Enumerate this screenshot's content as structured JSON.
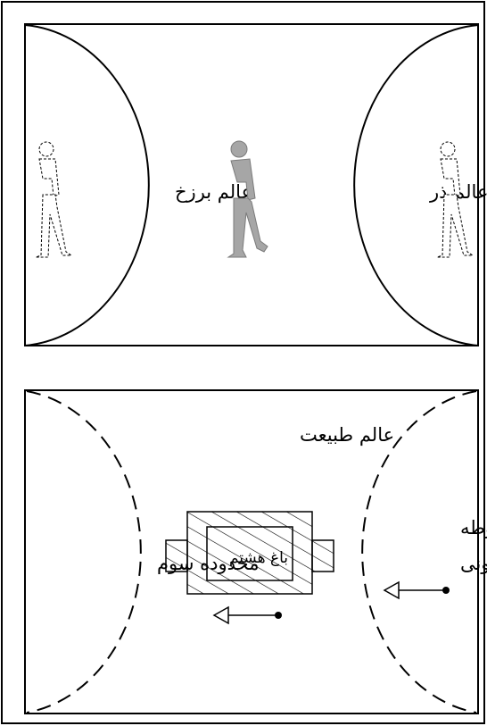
{
  "top_panel": {
    "left_label": "عالم برزخ",
    "right_label": "عالم ذر",
    "figures": [
      "walking-person-left",
      "walking-person-center",
      "walking-person-right"
    ]
  },
  "bottom_panel": {
    "top_label": "عالم طبیعت",
    "left_label": "محدوده سوم",
    "right_label_line1": "محوطه",
    "right_label_line2": "پیرامونی",
    "center_label": "باغ هشتم"
  },
  "colors": {
    "stroke": "#000000",
    "figure_fill": "#a6a6a6",
    "background": "#ffffff"
  }
}
